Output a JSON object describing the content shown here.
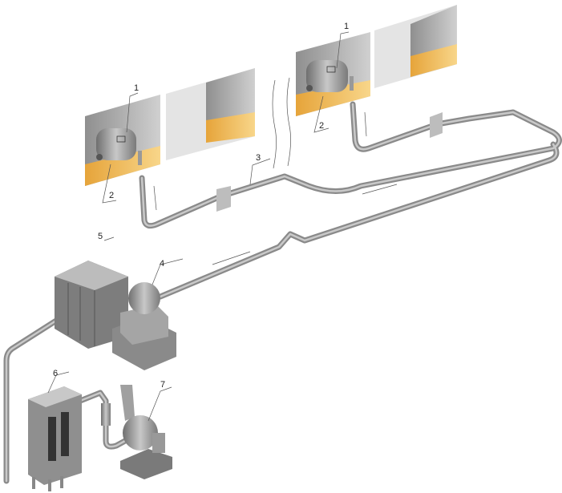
{
  "diagram": {
    "labels": {
      "dryer_left": "1",
      "dryer_right": "1",
      "floor_left": "2",
      "floor_right": "2",
      "duct": "3",
      "fan": "4",
      "filter_unit": "5",
      "cabinet": "6",
      "exhaust_fan": "7"
    },
    "colors": {
      "floor": "#f0b648",
      "wall": "#a9a9a9",
      "pipe": "#8a8a8a"
    }
  }
}
